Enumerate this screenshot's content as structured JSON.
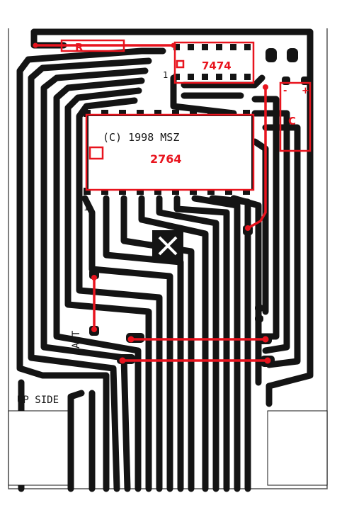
{
  "copyright_text": "(C) 1998 MSZ",
  "side_label": "UP SIDE",
  "edge_label": "AST",
  "pin1_marks": [
    "1",
    "1"
  ],
  "components": {
    "resistor": "R",
    "flipflop_ic": "7474",
    "eprom_ic": "2764",
    "capacitor": "C",
    "capacitor_minus": "-",
    "capacitor_plus": "+"
  },
  "colors": {
    "copper": "#141414",
    "annotation": "#e8141e",
    "paper": "#ffffff"
  }
}
